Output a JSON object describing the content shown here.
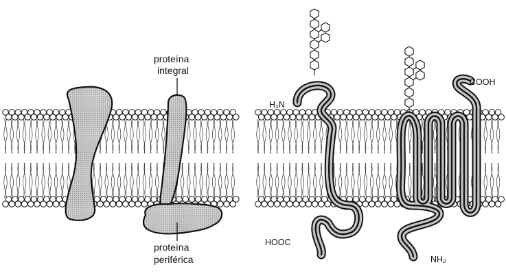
{
  "left_panel": {
    "integral_label_line1": "proteína",
    "integral_label_line2": "integral",
    "peripheral_label_line1": "proteína",
    "peripheral_label_line2": "periférica"
  },
  "right_panel": {
    "terminal_a_n": "H₂N",
    "terminal_a_c": "HOOC",
    "terminal_b_c": "COOH",
    "terminal_b_n": "NH₂"
  },
  "colors": {
    "protein_fill": "#b9b9b9",
    "outline": "#111111",
    "background": "#ffffff"
  }
}
